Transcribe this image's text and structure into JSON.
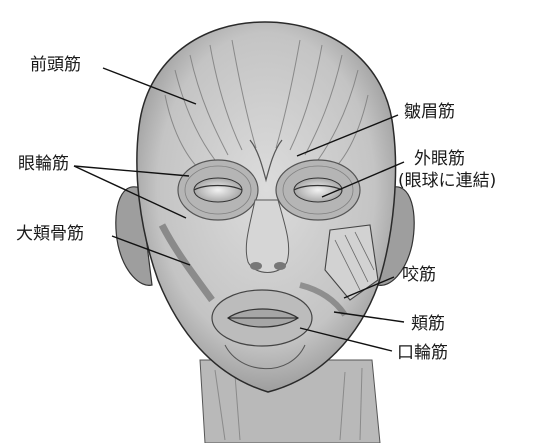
{
  "labels": {
    "frontalis": "前頭筋",
    "corrugator": "皺眉筋",
    "orbicularis_oculi": "眼輪筋",
    "lateral_rectus": "外眼筋",
    "lateral_rectus_note": "(眼球に連結)",
    "zygomaticus_major": "大頬骨筋",
    "masseter": "咬筋",
    "buccinator": "頬筋",
    "orbicularis_oris": "口輪筋"
  }
}
